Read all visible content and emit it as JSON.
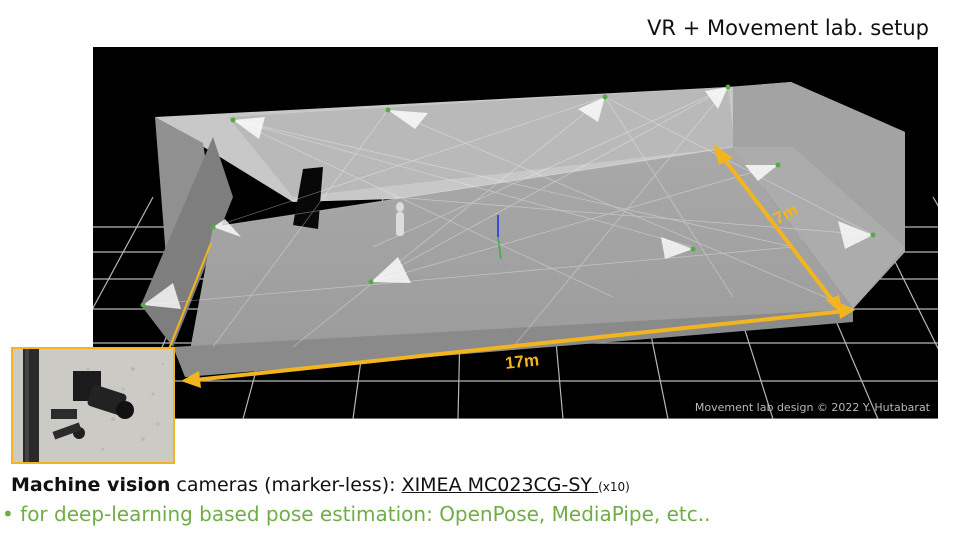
{
  "slide": {
    "title": "VR + Movement lab. setup"
  },
  "render": {
    "width_label": "7m",
    "length_label": "17m",
    "credit": "Movement lab design © 2022 Y. Hutabarat",
    "accent_color": "#f2b51f"
  },
  "caption": {
    "bold": "Machine vision",
    "text": " cameras (marker-less): ",
    "link": "XIMEA MC023CG-SY ",
    "count": "(x10)"
  },
  "bullet": {
    "text": "• for deep-learning based pose estimation: OpenPose, MediaPipe, etc..",
    "color": "#70ad47"
  }
}
